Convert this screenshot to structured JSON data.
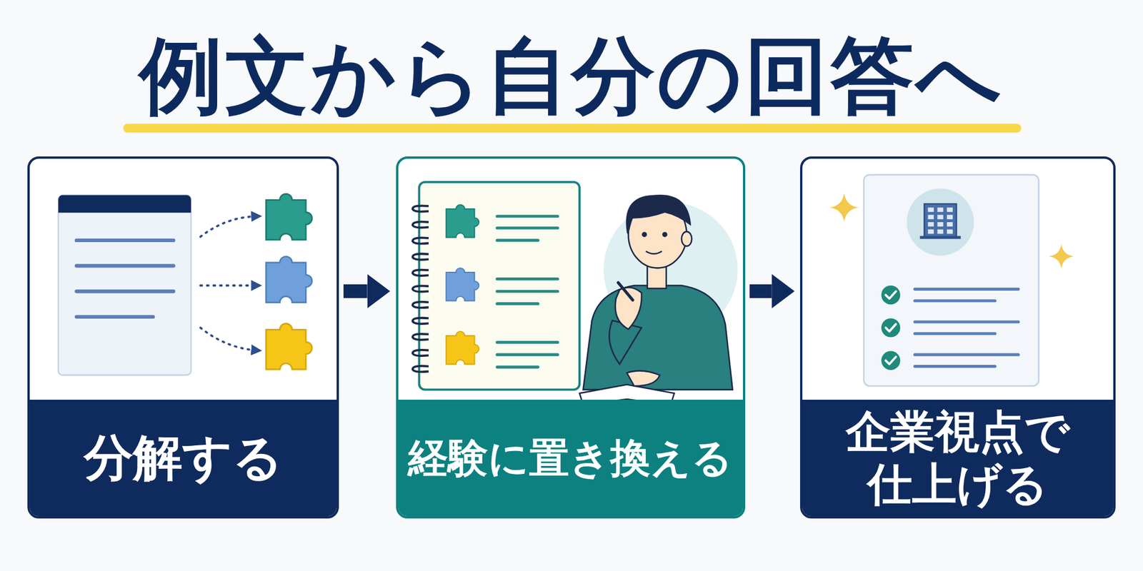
{
  "diagram": {
    "title": "例文から自分の回答へ",
    "nodes": [
      {
        "text": [
          "分解する"
        ]
      },
      {
        "text": [
          "経験に置き換える"
        ]
      },
      {
        "text": [
          "企業視点で 仕上げる"
        ]
      }
    ],
    "edges": [
      {
        "from": 0,
        "to": 1,
        "arrow": "to"
      },
      {
        "from": 1,
        "to": 2,
        "arrow": "to"
      }
    ]
  }
}
